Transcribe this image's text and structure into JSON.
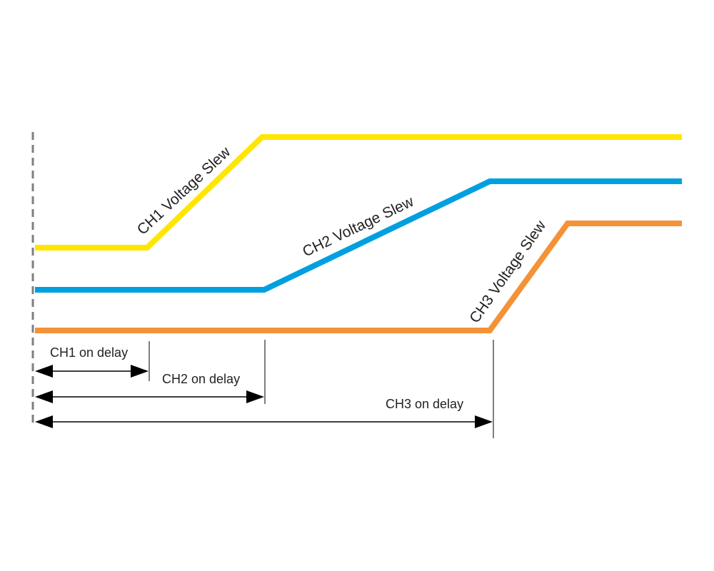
{
  "colors": {
    "ch1": "#ffe600",
    "ch2": "#009fe0",
    "ch3": "#f39237",
    "reference_line": "#7f7f7f",
    "arrows": "#000000"
  },
  "channels": [
    {
      "id": "ch1",
      "slew_label": "CH1 Voltage Slew",
      "delay_label": "CH1 on delay"
    },
    {
      "id": "ch2",
      "slew_label": "CH2 Voltage Slew",
      "delay_label": "CH2 on delay"
    },
    {
      "id": "ch3",
      "slew_label": "CH3 Voltage Slew",
      "delay_label": "CH3 on delay"
    }
  ]
}
